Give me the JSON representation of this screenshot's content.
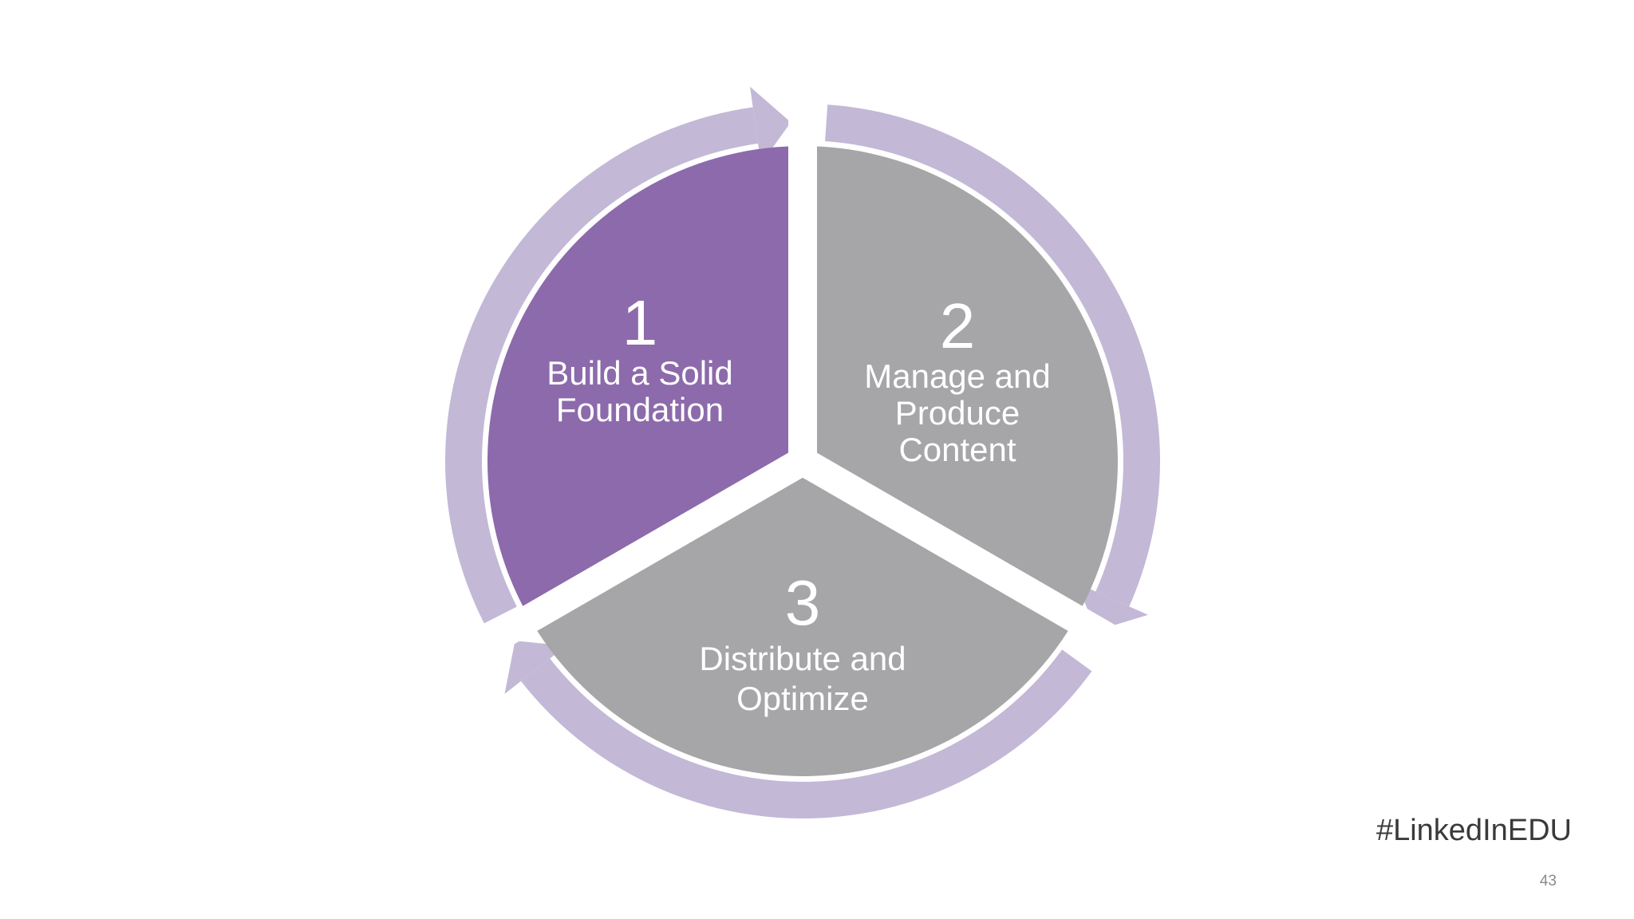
{
  "colors": {
    "ring": "#c3b8d6",
    "active_segment": "#8c6aab",
    "inactive_segment": "#a6a5a7",
    "background": "#ffffff",
    "segment_text": "#ffffff",
    "footer_text": "#3a3a3a",
    "page_number": "#8a8a8a"
  },
  "diagram": {
    "steps": [
      {
        "number": "1",
        "label_lines": [
          "Build a Solid",
          "Foundation"
        ],
        "active": true
      },
      {
        "number": "2",
        "label_lines": [
          "Manage and",
          "Produce",
          "Content"
        ],
        "active": false
      },
      {
        "number": "3",
        "label_lines": [
          "Distribute and",
          "Optimize"
        ],
        "active": false
      }
    ]
  },
  "footer": {
    "hashtag": "#LinkedInEDU",
    "page_number": "43"
  }
}
